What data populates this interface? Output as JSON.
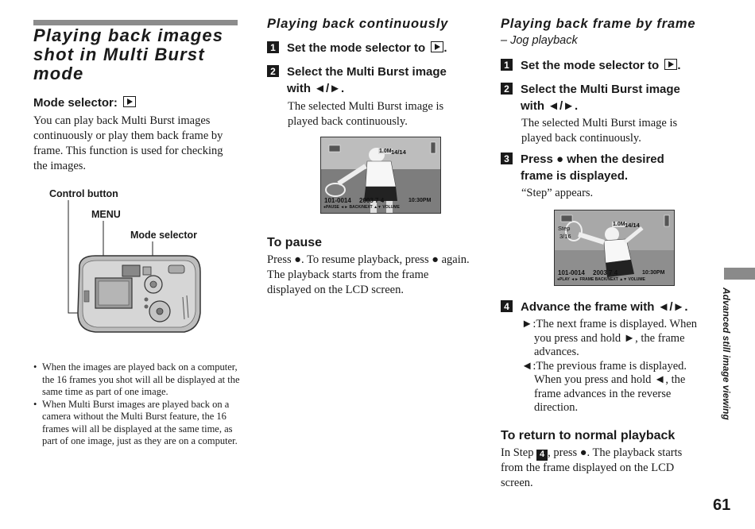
{
  "page_title": "Playing back images shot in Multi Burst mode",
  "mode_selector": {
    "label": "Mode selector:"
  },
  "intro": "You can play back Multi Burst images continuously or play them back frame by frame. This function is used for checking the images.",
  "camera_labels": {
    "control_button": "Control button",
    "menu": "MENU",
    "mode_selector": "Mode selector"
  },
  "notes": [
    "When the images are played back on a computer, the 16 frames you shot will all be displayed at the same time as part of one image.",
    "When Multi Burst images are played back on a camera without the Multi Burst feature, the 16 frames will all be displayed at the same time, as part of one image, just as they are on a computer."
  ],
  "continuous": {
    "title": "Playing back continuously",
    "steps": [
      {
        "num": "1",
        "text": "Set the mode selector to"
      },
      {
        "num": "2",
        "text": "Select the Multi Burst image with ◄/►.",
        "desc": "The selected Multi Burst image is played back continuously."
      }
    ],
    "lcd": {
      "counter": "14/14",
      "file": "101-0014",
      "date": "2003  7  4",
      "time": "10:30PM",
      "guide": "●PAUSE ◄► BACK/NEXT  ▲▼ VOLUME",
      "size": "1.0M"
    },
    "pause_title": "To pause",
    "pause_text": "Press ●. To resume playback, press ● again. The playback starts from the frame displayed on the LCD screen."
  },
  "frame_by_frame": {
    "title": "Playing back frame by frame",
    "subtitle": "– Jog playback",
    "steps": [
      {
        "num": "1",
        "text": "Set the mode selector to"
      },
      {
        "num": "2",
        "text": "Select the Multi Burst image with ◄/►.",
        "desc": "The selected Multi Burst image is played back continuously."
      },
      {
        "num": "3",
        "text": "Press ● when the desired frame is displayed.",
        "desc": "“Step” appears."
      },
      {
        "num": "4",
        "text": "Advance the frame with ◄/►."
      }
    ],
    "lcd": {
      "step": "Step",
      "frame": "3/16",
      "counter": "14/14",
      "file": "101-0014",
      "date": "2003  7  4",
      "time": "10:30PM",
      "guide": "●PLAY ◄► FRAME BACK/NEXT  ▲▼ VOLUME",
      "size": "1.0M"
    },
    "advance_items": [
      "►:The next frame is displayed. When you press and hold ►, the frame advances.",
      "◄:The previous frame is displayed. When you press and hold ◄, the frame advances in the reverse direction."
    ],
    "return_title": "To return to normal playback",
    "return_pre": "In Step",
    "return_step": "4",
    "return_post": ", press ●. The playback starts from the frame displayed on the LCD screen."
  },
  "side_tab": "Advanced still image viewing",
  "page_number": "61"
}
